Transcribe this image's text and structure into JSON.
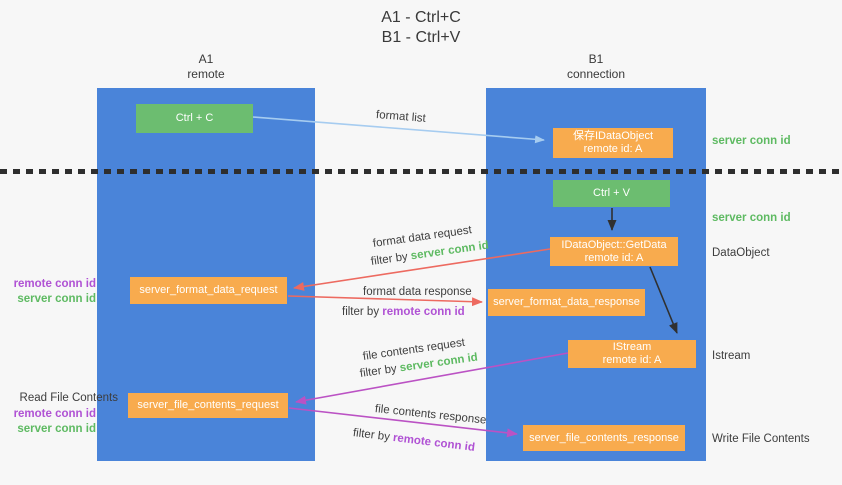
{
  "colors": {
    "column_blue": "#4a84d9",
    "box_orange": "#f8ab4e",
    "box_green": "#6cbd70",
    "green_text": "#5eba62",
    "purple_text": "#b052d4",
    "arrow_red": "#ed6a60",
    "arrow_magenta": "#bb52c4",
    "arrow_blue": "#a6ccf0",
    "arrow_black": "#303030",
    "dark_text": "#3f3f3f"
  },
  "title": {
    "line1": "A1 - Ctrl+C",
    "line2": "B1 - Ctrl+V"
  },
  "columns": {
    "a1": {
      "name": "A1",
      "subtitle": "remote"
    },
    "b1": {
      "name": "B1",
      "subtitle": "connection"
    }
  },
  "nodes": {
    "ctrl_c": "Ctrl + C",
    "ctrl_v": "Ctrl + V",
    "save_dataobject_line1": "保存IDataObject",
    "save_dataobject_line2": "remote id: A",
    "getdata_line1": "IDataObject::GetData",
    "getdata_line2": "remote id: A",
    "istream_line1": "IStream",
    "istream_line2": "remote id: A",
    "format_request": "server_format_data_request",
    "format_response": "server_format_data_response",
    "file_request": "server_file_contents_request",
    "file_response": "server_file_contents_response"
  },
  "labels": {
    "format_list": "format list",
    "format_data_request": "format data request",
    "format_data_response": "format data response",
    "file_contents_request": "file contents request",
    "file_contents_response": "file contents response",
    "filter_by": "filter by ",
    "server_conn_id": "server conn id",
    "remote_conn_id": "remote conn id",
    "read_file_contents": "Read File Contents",
    "write_file_contents": "Write File Contents",
    "dataobject": "DataObject",
    "istream": "Istream"
  }
}
